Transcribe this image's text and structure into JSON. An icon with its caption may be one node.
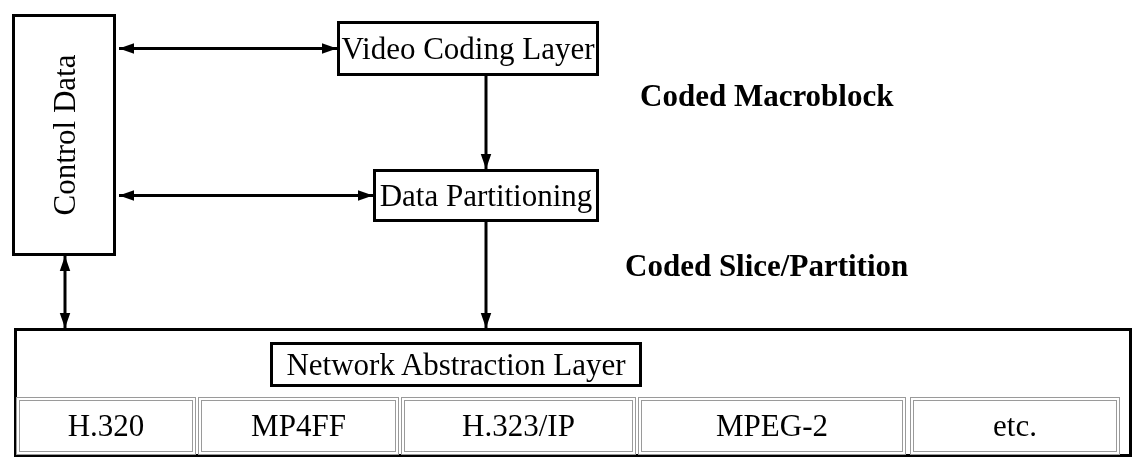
{
  "diagram": {
    "nodes": [
      {
        "text": [
          "Control Data"
        ]
      },
      {
        "text": [
          "Video Coding Layer"
        ]
      },
      {
        "text": [
          "Data Partitioning"
        ]
      },
      {
        "text": [],
        "shape": "box"
      },
      {
        "text": [
          "Network Abstraction Layer"
        ],
        "in": 3
      },
      {
        "text": [
          "H.320"
        ],
        "in": 3
      },
      {
        "text": [
          "MP4FF"
        ],
        "in": 3
      },
      {
        "text": [
          "H.323/IP"
        ],
        "in": 3
      },
      {
        "text": [
          "MPEG-2"
        ],
        "in": 3
      },
      {
        "text": [
          "etc."
        ],
        "in": 3
      }
    ],
    "edges": [
      {
        "from": 0,
        "to": 1,
        "arrow": "both"
      },
      {
        "from": 1,
        "to": 2,
        "arrow": "to",
        "label": "Coded Macroblock"
      },
      {
        "from": 0,
        "to": 2,
        "arrow": "both"
      },
      {
        "from": 2,
        "to": 3,
        "arrow": "to",
        "label": "Coded Slice/Partition"
      },
      {
        "from": 0,
        "to": 3,
        "arrow": "both"
      }
    ]
  }
}
